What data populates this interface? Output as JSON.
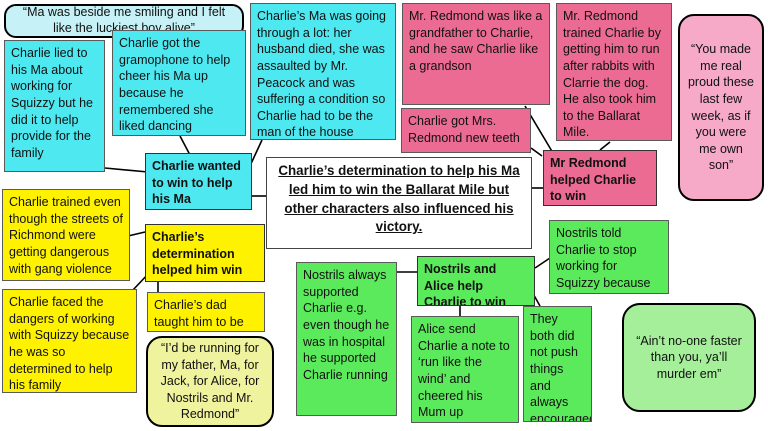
{
  "colors": {
    "cyan": "#4de8f0",
    "pink": "#ec6b92",
    "yellow": "#fff200",
    "green": "#5bea5b",
    "quote_cyan": "#c6f2f7",
    "quote_pink": "#f7a9c8",
    "quote_yellow": "#eff39e",
    "quote_green": "#a5ef9a"
  },
  "central": "Charlie’s determination to help his Ma led him to win the Ballarat Mile but other characters also influenced his victory.",
  "ma": {
    "quote": "“Ma was beside me smiling and I felt like the luckiest boy alive”",
    "hub": "Charlie wanted to win to help his Ma",
    "lied": "Charlie lied to his Ma about working for Squizzy but he did it to help provide for the family",
    "gramophone": "Charlie got the gramophone to help cheer his Ma up because he remembered she liked dancing",
    "going_through": "Charlie’s Ma was going through a lot: her husband died, she was assaulted by Mr. Peacock and was suffering a condition so Charlie had to be the man of the house"
  },
  "redmond": {
    "grandfather": "Mr. Redmond was like a grandfather to Charlie, and he saw Charlie like a grandson",
    "trained": "Mr. Redmond trained Charlie by getting him to run after rabbits with Clarrie the dog. He also took him to the Ballarat Mile.",
    "teeth": "Charlie got Mrs. Redmond new teeth",
    "hub": "Mr Redmond helped Charlie to win",
    "quote": "“You made me real proud these last few week, as if you were me own son”"
  },
  "determination": {
    "hub": "Charlie’s determination helped him win",
    "trained_streets": "Charlie trained even though the streets of Richmond were getting dangerous with gang violence",
    "dangers": "Charlie faced the dangers of working with Squizzy because he was so determined to help his family",
    "dad": "Charlie’s dad taught him to be resilient",
    "quote": "“I’d be running for my father, Ma, for Jack, for Alice, for Nostrils and Mr. Redmond”"
  },
  "nostrils": {
    "hub": "Nostrils and Alice help Charlie to win",
    "supported": "Nostrils always supported Charlie e.g. even though he was in hospital he supported Charlie running",
    "alice_note": "Alice send Charlie a note to ‘run like the wind’ and cheered his Mum up",
    "pushed": "They both did not push things and always encouraged him",
    "told": "Nostrils told Charlie to stop working for Squizzy because guns were getting involed",
    "quote": "“Ain’t no-one faster than you, ya’ll murder em”"
  }
}
